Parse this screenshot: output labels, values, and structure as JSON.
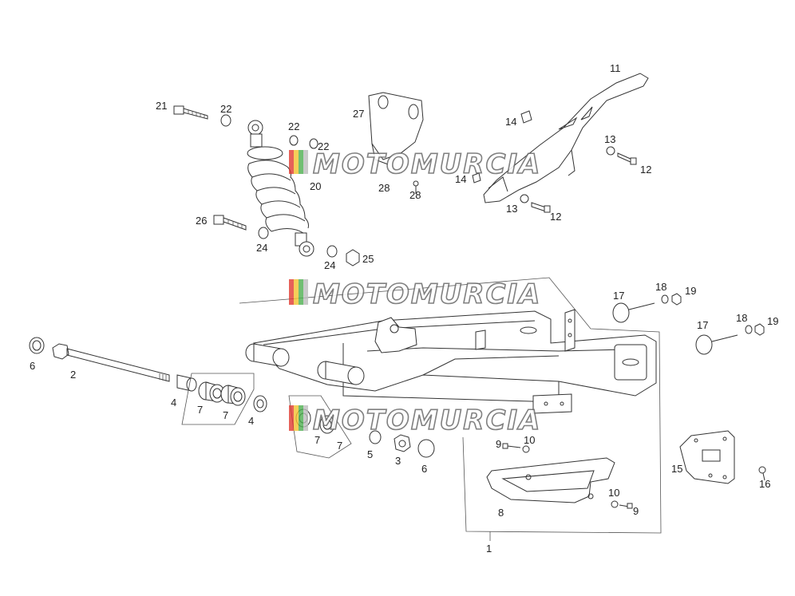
{
  "watermark": "MOTOMURCIA",
  "watermark_colors": [
    "#e03a2f",
    "#f2c230",
    "#4caf50",
    "#bdbdbd"
  ],
  "labels": {
    "p1": "1",
    "p2": "2",
    "p3": "3",
    "p4a": "4",
    "p4b": "4",
    "p5": "5",
    "p6a": "6",
    "p6b": "6",
    "p7a": "7",
    "p7b": "7",
    "p7c": "7",
    "p7d": "7",
    "p8": "8",
    "p9a": "9",
    "p9b": "9",
    "p10a": "10",
    "p10b": "10",
    "p11": "11",
    "p12a": "12",
    "p12b": "12",
    "p13a": "13",
    "p13b": "13",
    "p14a": "14",
    "p14b": "14",
    "p15": "15",
    "p16": "16",
    "p17a": "17",
    "p17b": "17",
    "p18a": "18",
    "p18b": "18",
    "p19a": "19",
    "p19b": "19",
    "p20": "20",
    "p21": "21",
    "p22a": "22",
    "p22b": "22",
    "p22c": "22",
    "p24a": "24",
    "p24b": "24",
    "p25": "25",
    "p26": "26",
    "p27": "27",
    "p28a": "28",
    "p28b": "28"
  }
}
